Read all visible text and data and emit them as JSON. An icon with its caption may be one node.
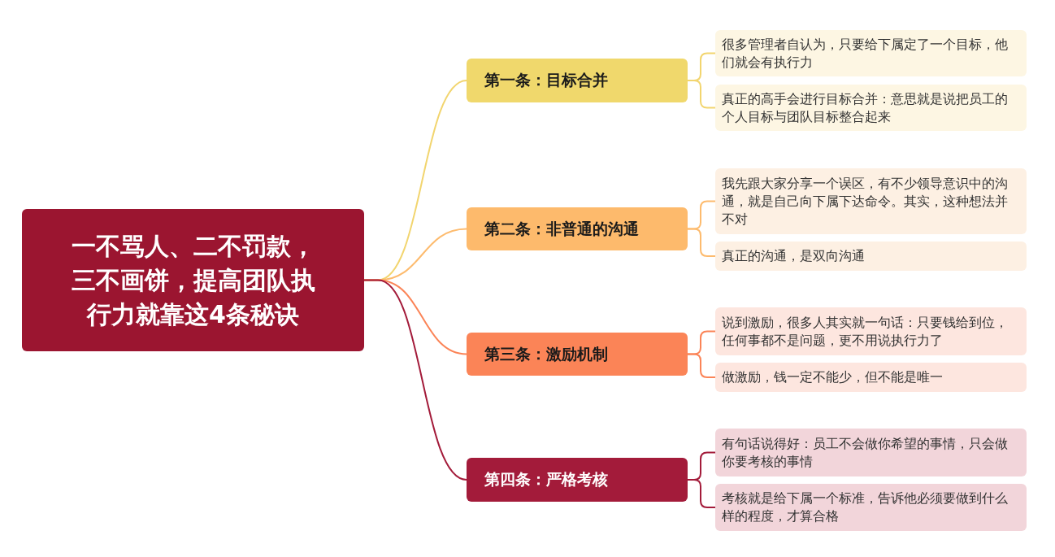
{
  "diagram": {
    "nodes": [
      {
        "text": [
          "一不骂人、二不罚款，三不画饼，提高团队执行力就靠这4条秘诀"
        ]
      },
      {
        "text": [
          "第一条：目标合并"
        ]
      },
      {
        "text": [
          "第二条：非普通的沟通"
        ]
      },
      {
        "text": [
          "第三条：激励机制"
        ]
      },
      {
        "text": [
          "第四条：严格考核"
        ]
      },
      {
        "text": [
          "很多管理者自认为，只要给下属定了一个目标，他们就会有执行力"
        ]
      },
      {
        "text": [
          "真正的高手会进行目标合并：意思就是说把员工的个人目标与团队目标整合起来"
        ]
      },
      {
        "text": [
          "我先跟大家分享一个误区，有不少领导意识中的沟通，就是自己向下属下达命令。其实，这种想法并不对"
        ]
      },
      {
        "text": [
          "真正的沟通，是双向沟通"
        ]
      },
      {
        "text": [
          "说到激励，很多人其实就一句话：只要钱给到位，任何事都不是问题，更不用说执行力了"
        ]
      },
      {
        "text": [
          "做激励，钱一定不能少，但不能是唯一"
        ]
      },
      {
        "text": [
          "有句话说得好：员工不会做你希望的事情，只会做你要考核的事情"
        ]
      },
      {
        "text": [
          "考核就是给下属一个标准，告诉他必须要做到什么样的程度，才算合格"
        ]
      }
    ],
    "edges": [
      {
        "from": 0,
        "to": 1,
        "arrow": "none",
        "color": "#f2d56f"
      },
      {
        "from": 0,
        "to": 2,
        "arrow": "none",
        "color": "#fdbb6e"
      },
      {
        "from": 0,
        "to": 3,
        "arrow": "none",
        "color": "#fb8457"
      },
      {
        "from": 0,
        "to": 4,
        "arrow": "none",
        "color": "#a31b3a"
      },
      {
        "from": 1,
        "to": 5,
        "arrow": "none",
        "color": "#f2d56f"
      },
      {
        "from": 1,
        "to": 6,
        "arrow": "none",
        "color": "#f2d56f"
      },
      {
        "from": 2,
        "to": 7,
        "arrow": "none",
        "color": "#fdbb6e"
      },
      {
        "from": 2,
        "to": 8,
        "arrow": "none",
        "color": "#fdbb6e"
      },
      {
        "from": 3,
        "to": 9,
        "arrow": "none",
        "color": "#fb8457"
      },
      {
        "from": 3,
        "to": 10,
        "arrow": "none",
        "color": "#fb8457"
      },
      {
        "from": 4,
        "to": 11,
        "arrow": "none",
        "color": "#a31b3a"
      },
      {
        "from": 4,
        "to": 12,
        "arrow": "none",
        "color": "#a31b3a"
      }
    ]
  }
}
